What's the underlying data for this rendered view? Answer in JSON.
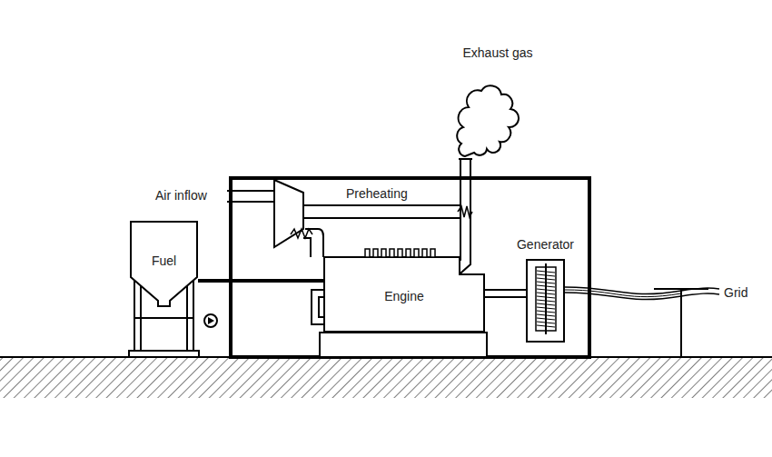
{
  "diagram": {
    "nodes": [
      {
        "text": [
          "Fuel"
        ]
      },
      {
        "text": [
          "Engine"
        ]
      },
      {
        "text": [
          "Generator"
        ]
      }
    ],
    "edges": [
      {
        "from": 0,
        "to": 1,
        "arrow": "none"
      },
      {
        "from": 1,
        "to": 2,
        "arrow": "none"
      }
    ],
    "labels": [
      "Exhaust gas",
      "Air inflow",
      "Preheating",
      "Grid"
    ]
  }
}
